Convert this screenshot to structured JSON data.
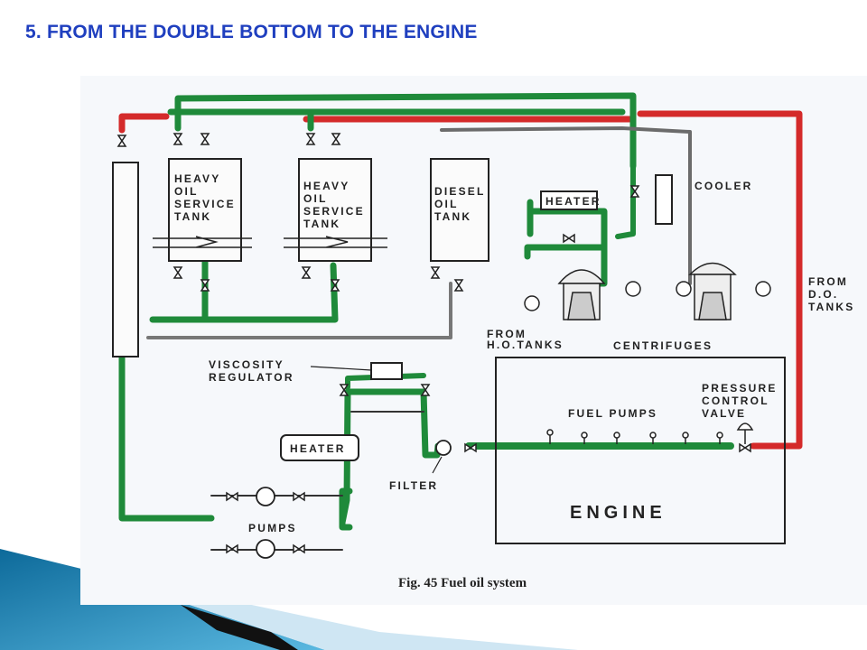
{
  "slide": {
    "title": "5. FROM THE DOUBLE BOTTOM TO THE ENGINE"
  },
  "figure": {
    "caption": "Fig. 45 Fuel oil system",
    "tanks": {
      "ho_tank_1": [
        "HEAVY",
        "OIL",
        "SERVICE",
        "TANK"
      ],
      "ho_tank_2": [
        "HEAVY",
        "OIL",
        "SERVICE",
        "TANK"
      ],
      "diesel_tank": [
        "DIESEL",
        "OIL",
        "TANK"
      ]
    },
    "labels": {
      "heater_top": "HEATER",
      "cooler": "COOLER",
      "from_do_tanks": [
        "FROM",
        "D.O.",
        "TANKS"
      ],
      "from_ho_tanks": [
        "FROM",
        "H.O.TANKS"
      ],
      "centrifuges": "CENTRIFUGES",
      "viscosity_regulator": [
        "VISCOSITY",
        "REGULATOR"
      ],
      "heater_bottom": "HEATER",
      "filter": "FILTER",
      "pumps": "PUMPS",
      "fuel_pumps": "FUEL PUMPS",
      "pressure_control_valve": [
        "PRESSURE",
        "CONTROL",
        "VALVE"
      ],
      "engine": "ENGINE"
    },
    "colors": {
      "heavy_oil_line": "#1f8a3a",
      "return_line": "#d42a2a",
      "ink": "#222222",
      "title": "#1f3fbf"
    }
  }
}
